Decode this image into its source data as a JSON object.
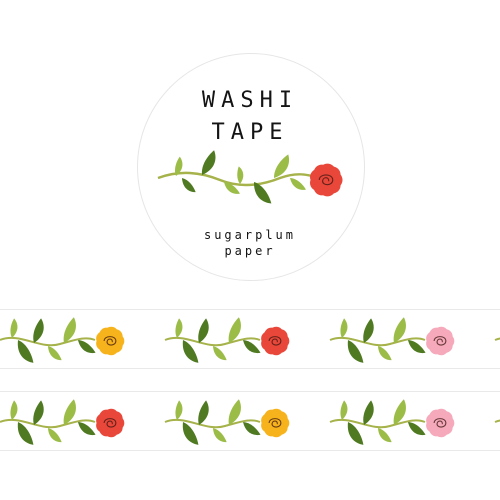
{
  "product": {
    "title_line_1": "WASHI",
    "title_line_2": "TAPE",
    "brand_line_1": "sugarplum",
    "brand_line_2": "paper"
  },
  "colors": {
    "leaf_dark": "#4f7a22",
    "leaf_light": "#9bbd48",
    "stem": "#a6b24a",
    "rose_red": "#e8473a",
    "rose_yellow": "#f7b31c",
    "rose_pink": "#f5a9ba",
    "ink": "#141414",
    "outline": "#e6e6e6"
  },
  "decorations": {
    "roll_rose": "red",
    "strip_1_roses": [
      "yellow",
      "red",
      "pink"
    ],
    "strip_2_roses": [
      "red",
      "yellow",
      "pink"
    ]
  }
}
